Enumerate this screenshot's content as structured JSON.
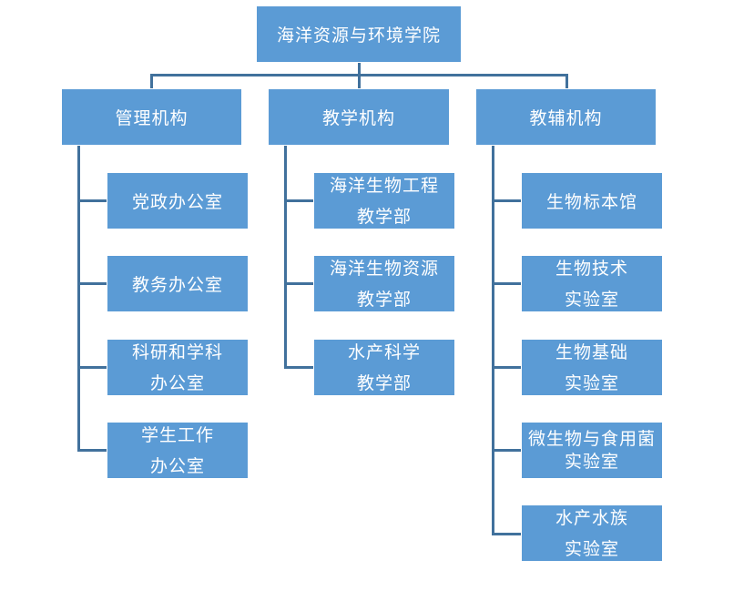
{
  "root": {
    "label": "海洋资源与环境学院"
  },
  "branches": [
    {
      "label": "管理机构",
      "children": [
        {
          "lines": [
            "党政办公室"
          ]
        },
        {
          "lines": [
            "教务办公室"
          ]
        },
        {
          "lines": [
            "科研和学科",
            "办公室"
          ]
        },
        {
          "lines": [
            "学生工作",
            "办公室"
          ]
        }
      ]
    },
    {
      "label": "教学机构",
      "children": [
        {
          "lines": [
            "海洋生物工程",
            "教学部"
          ]
        },
        {
          "lines": [
            "海洋生物资源",
            "教学部"
          ]
        },
        {
          "lines": [
            "水产科学",
            "教学部"
          ]
        }
      ]
    },
    {
      "label": "教辅机构",
      "children": [
        {
          "lines": [
            "生物标本馆"
          ]
        },
        {
          "lines": [
            "生物技术",
            "实验室"
          ]
        },
        {
          "lines": [
            "生物基础",
            "实验室"
          ]
        },
        {
          "lines": [
            "微生物与食用菌",
            "实验室"
          ]
        },
        {
          "lines": [
            "水产水族",
            "实验室"
          ]
        }
      ]
    }
  ],
  "colors": {
    "box_fill": "#5b9bd5",
    "connector": "#41719c",
    "text": "#ffffff"
  }
}
